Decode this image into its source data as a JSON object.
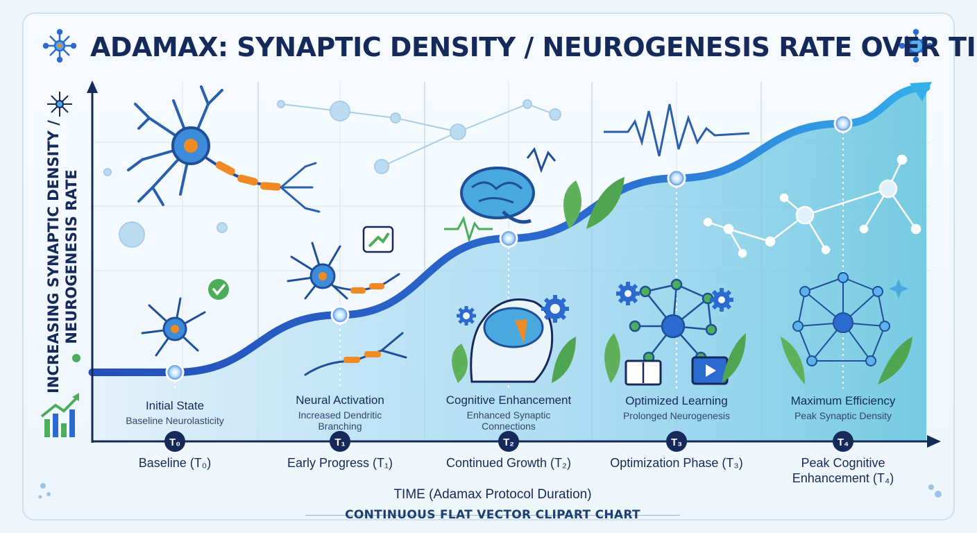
{
  "chart_data": {
    "type": "area",
    "title": "ADAMAX: SYNAPTIC DENSITY / NEUROGENESIS RATE OVER TIME",
    "ylabel": "INCREASING SYNAPTIC DENSITY / NEUROGENESIS RATE",
    "xlabel": "TIME (Adamax Protocol Duration)",
    "caption": "CONTINUOUS FLAT VECTOR CLIPART CHART",
    "ylim": [
      0,
      100
    ],
    "grid": true,
    "x": [
      0,
      1,
      2,
      3,
      4
    ],
    "values": [
      9,
      30,
      58,
      80,
      100
    ],
    "ticks": [
      {
        "symbol": "T₀",
        "label": "Baseline (T₀)"
      },
      {
        "symbol": "T₁",
        "label": "Early Progress (T₁)"
      },
      {
        "symbol": "T₂",
        "label": "Continued Growth (T₂)"
      },
      {
        "symbol": "T₃",
        "label": "Optimization Phase (T₃)"
      },
      {
        "symbol": "T₄",
        "label": "Peak Cognitive Enhancement (T₄)"
      }
    ],
    "stages": [
      {
        "title": "Initial State",
        "desc": "Baseline Neurolasticity"
      },
      {
        "title": "Neural Activation",
        "desc": "Increased Dendritic Branching"
      },
      {
        "title": "Cognitive Enhancement",
        "desc": "Enhanced Synaptic Connections"
      },
      {
        "title": "Optimized Learning",
        "desc": "Prolonged Neurogenesis"
      },
      {
        "title": "Maximum Efficiency",
        "desc": "Peak Synaptic Density"
      }
    ],
    "colors": {
      "curve": "#2b63c9",
      "curve_end": "#34a7e6",
      "area_top": "#5fc3dd",
      "area_bottom": "#e4f2fb",
      "axis": "#152a57",
      "accent_orange": "#f08a24",
      "leaf_green": "#5fb05a"
    },
    "icons": [
      "neuron-icon",
      "brain-icon",
      "gear-icon",
      "head-brain-icon",
      "network-icon",
      "leaf-icon",
      "book-icon",
      "video-icon",
      "waveform-icon",
      "check-icon",
      "growth-chart-icon",
      "snowflake-neuron-icon"
    ]
  }
}
